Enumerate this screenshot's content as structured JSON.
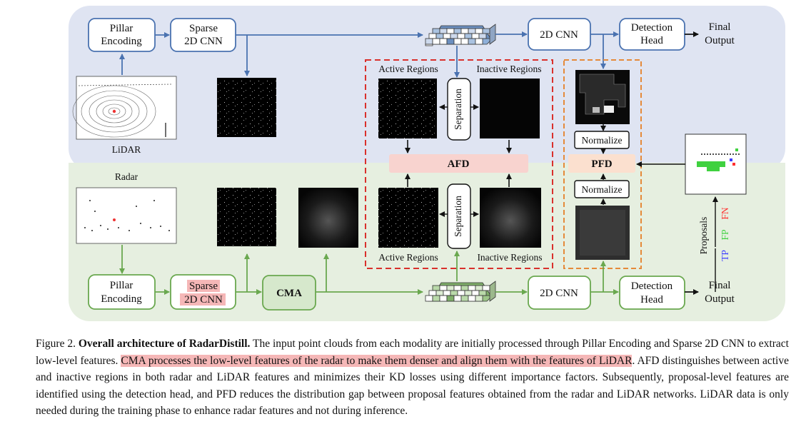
{
  "lidar_branch": {
    "pillar_encoding": [
      "Pillar",
      "Encoding"
    ],
    "sparse_cnn": [
      "Sparse",
      "2D CNN"
    ],
    "cnn_2d": "2D CNN",
    "detection_head": [
      "Detection",
      "Head"
    ],
    "final_output": [
      "Final",
      "Output"
    ],
    "input_label": "LiDAR"
  },
  "radar_branch": {
    "pillar_encoding": [
      "Pillar",
      "Encoding"
    ],
    "sparse_cnn": [
      "Sparse",
      "2D CNN"
    ],
    "cma": "CMA",
    "cnn_2d": "2D CNN",
    "detection_head": [
      "Detection",
      "Head"
    ],
    "final_output": [
      "Final",
      "Output"
    ],
    "input_label": "Radar"
  },
  "afd_block": {
    "active_regions_top": "Active Regions",
    "inactive_regions_top": "Inactive Regions",
    "separation": "Separation",
    "afd": "AFD",
    "active_regions_bottom": "Active Regions",
    "inactive_regions_bottom": "Inactive Regions"
  },
  "pfd_block": {
    "normalize_top": "Normalize",
    "pfd": "PFD",
    "normalize_bottom": "Normalize"
  },
  "proposals": {
    "label": "Proposals",
    "tp": "TP",
    "fp": "FP",
    "fn": "FN"
  },
  "colors": {
    "lidar_bg": "#dfe4f2",
    "radar_bg": "#e6efe0",
    "lidar_box_border": "#4a72b0",
    "radar_box_border": "#6aa84f",
    "afd_border": "#d9302c",
    "pfd_border": "#e58a3a",
    "afd_fill": "#f8d3cf",
    "pfd_fill": "#fbe0cf",
    "highlight": "#f5b7b7"
  },
  "caption": {
    "figure_label": "Figure 2.",
    "title": "Overall architecture of RadarDistill.",
    "text_1": "The input point clouds from each modality are initially processed through Pillar Encoding and Sparse 2D CNN to extract low-level features.",
    "text_highlight": "CMA processes the low-level features of the radar to make them denser and align them with the features of LiDAR",
    "text_2": ". AFD distinguishes between active and inactive regions in both radar and LiDAR features and minimizes their KD losses using different importance factors. Subsequently, proposal-level features are identified using the detection head, and PFD reduces the distribution gap between proposal features obtained from the radar and LiDAR networks. LiDAR data is only needed during the training phase to enhance radar features and not during inference."
  }
}
